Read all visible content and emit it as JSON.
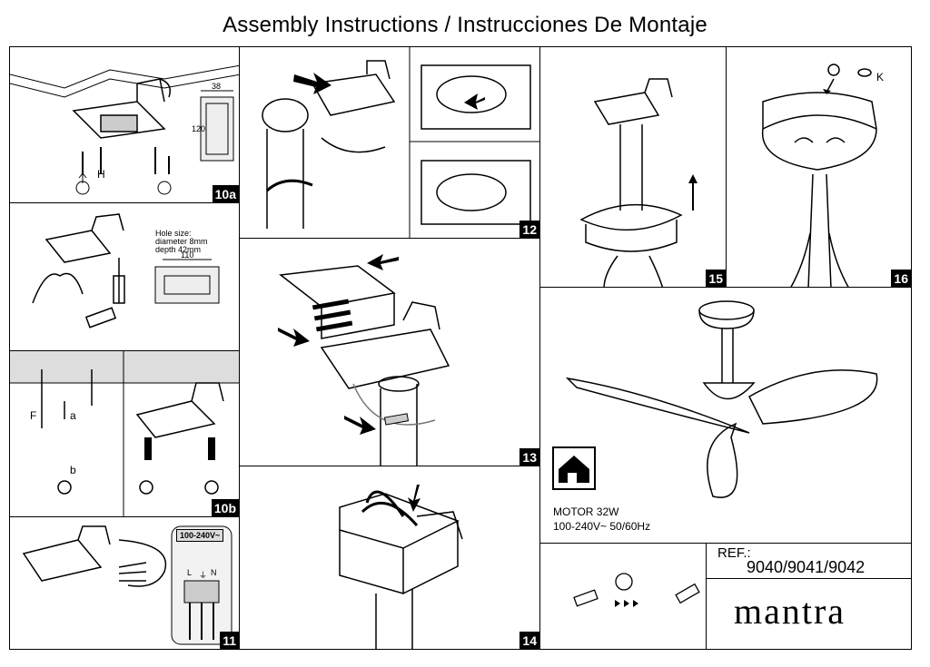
{
  "header": {
    "title": "Assembly Instructions / Instrucciones De Montaje"
  },
  "steps": {
    "s10a": {
      "num": "10a",
      "dim_width": "38",
      "dim_height": "120",
      "label_h": "H"
    },
    "s10hole": {
      "hole_size": "Hole size:",
      "hole_diameter": "diameter 8mm",
      "hole_depth": "depth 42mm",
      "bracket_width": "110"
    },
    "s10b": {
      "num": "10b",
      "label_f": "F",
      "label_a": "a",
      "label_b": "b"
    },
    "s11": {
      "num": "11",
      "voltage": "100-240V~",
      "terminal_l": "L",
      "terminal_n": "N"
    },
    "s12": {
      "num": "12"
    },
    "s13": {
      "num": "13"
    },
    "s14": {
      "num": "14"
    },
    "s15": {
      "num": "15"
    },
    "s16": {
      "num": "16",
      "label_k": "K"
    }
  },
  "product": {
    "motor": "MOTOR 32W",
    "voltage": "100-240V~ 50/60Hz",
    "ref_label": "REF.:",
    "ref_value": "9040/9041/9042",
    "brand": "mantra"
  }
}
